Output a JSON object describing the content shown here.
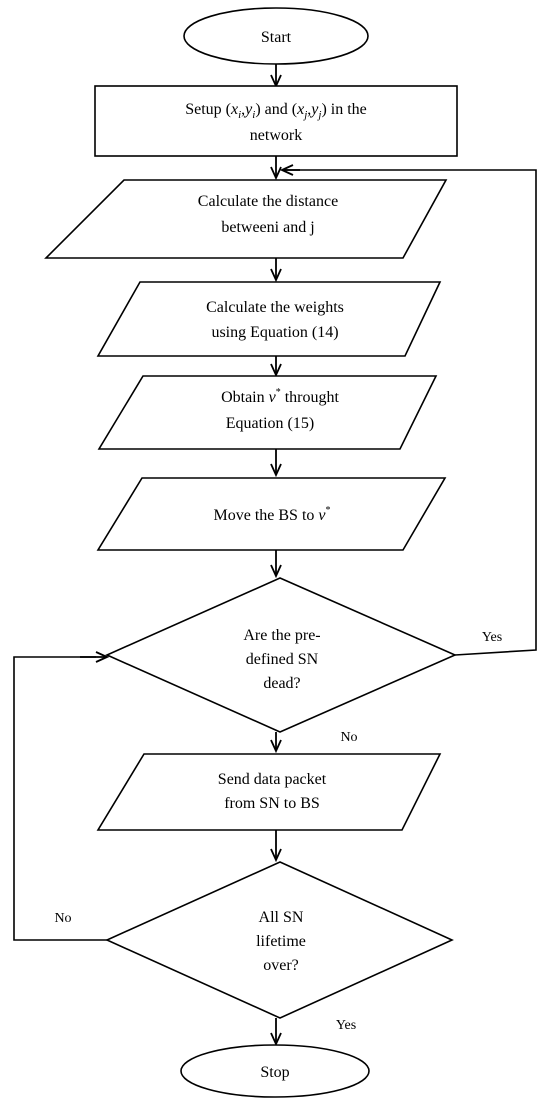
{
  "flowchart": {
    "start": "Start",
    "setup": {
      "line1_pre": "Setup (",
      "xi": "x",
      "xi_sub": "i",
      "yi": "y",
      "yi_sub": "i",
      "mid": ") and (",
      "xj": "x",
      "xj_sub": "j",
      "yj": "y",
      "yj_sub": "j",
      "line1_post": ") in the",
      "line2": "network"
    },
    "calc_distance": {
      "line1": "Calculate the distance",
      "line2": "betweeni and j"
    },
    "calc_weights": {
      "line1": "Calculate the weights",
      "line2": "using Equation (14)"
    },
    "obtain": {
      "line1_pre": "Obtain",
      "symbol": "ν",
      "sup": "*",
      "line1_post": "throught",
      "line2": "Equation (15)"
    },
    "move": {
      "pre": "Move the BS to",
      "symbol": "ν",
      "sup": "*"
    },
    "decision_dead": {
      "line1": "Are the pre-",
      "line2": "defined SN",
      "line3": "dead?"
    },
    "send": {
      "line1": "Send data packet",
      "line2": "from SN to BS"
    },
    "decision_lifetime": {
      "line1": "All SN",
      "line2": "lifetime",
      "line3": "over?"
    },
    "stop": "Stop",
    "labels": {
      "yes_dead": "Yes",
      "no_dead": "No",
      "no_lifetime": "No",
      "yes_lifetime": "Yes"
    }
  }
}
